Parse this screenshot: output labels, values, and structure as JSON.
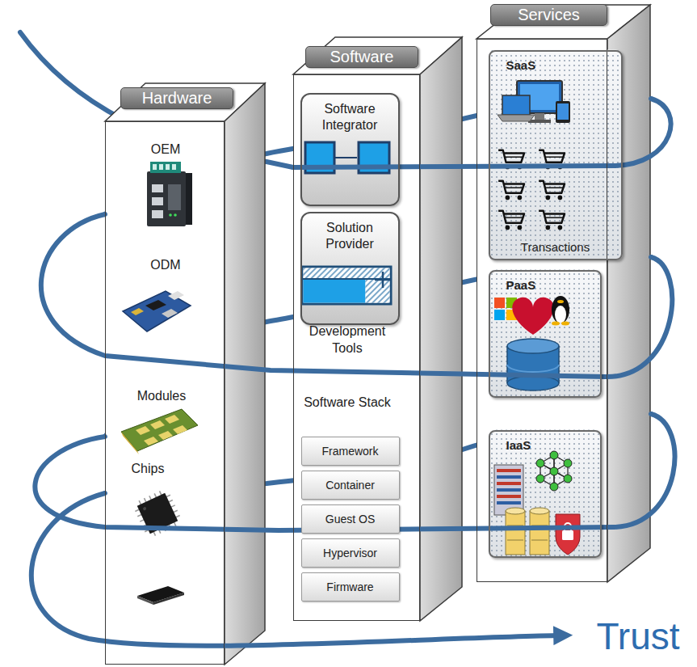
{
  "diagram": {
    "nodes": [
      {
        "text": [
          "Hardware"
        ]
      },
      {
        "text": [
          "Software"
        ]
      },
      {
        "text": [
          "Software Integrator"
        ],
        "in": 1
      },
      {
        "text": [
          "Solution Provider"
        ],
        "in": 1
      },
      {
        "text": [
          "Framework"
        ],
        "in": 1
      },
      {
        "text": [
          "Container"
        ],
        "in": 1
      },
      {
        "text": [
          "Guest OS"
        ],
        "in": 1
      },
      {
        "text": [
          "Hypervisor"
        ],
        "in": 1
      },
      {
        "text": [
          "Firmware"
        ],
        "in": 1
      },
      {
        "text": [
          "Services"
        ]
      },
      {
        "text": [
          "SaaS",
          "Transactions"
        ],
        "in": 9
      },
      {
        "text": [
          "PaaS"
        ],
        "in": 9
      },
      {
        "text": [
          "IaaS"
        ],
        "in": 9
      }
    ],
    "labels": [
      "OEM",
      "ODM",
      "Modules",
      "Chips",
      "Development Tools",
      "Software Stack",
      "Trust"
    ]
  }
}
